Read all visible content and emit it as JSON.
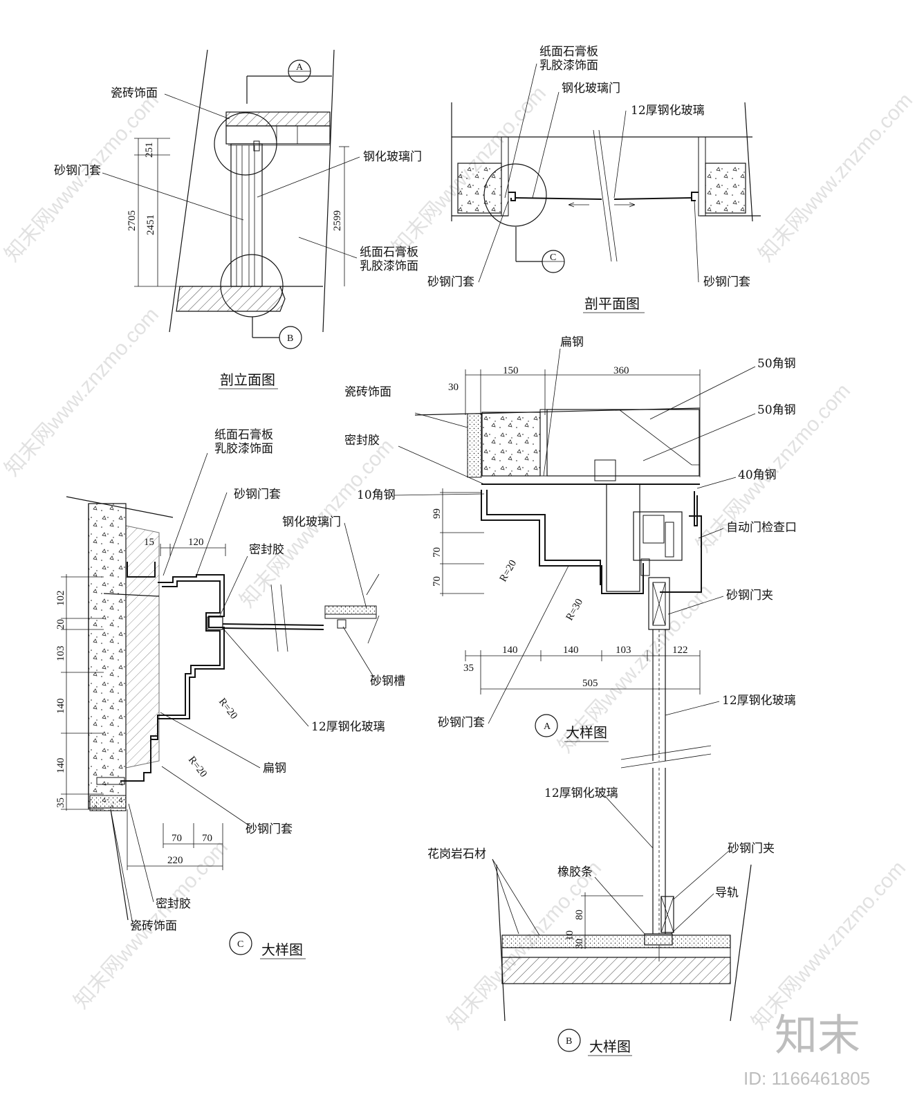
{
  "elevation": {
    "title": "剖立面图",
    "labels": {
      "tile": "瓷砖饰面",
      "frame": "砂钢门套",
      "glass_door": "钢化玻璃门",
      "gypsum_1": "纸面石膏板",
      "gypsum_2": "乳胶漆饰面"
    },
    "dims": [
      "251",
      "2705",
      "2451",
      "2599"
    ],
    "tags": [
      "A",
      "B"
    ]
  },
  "plan": {
    "title": "剖平面图",
    "labels": {
      "gypsum_1": "纸面石膏板",
      "gypsum_2": "乳胶漆饰面",
      "glass_door": "钢化玻璃门",
      "glass": "12厚钢化玻璃",
      "frame_left": "砂钢门套",
      "frame_right": "砂钢门套"
    },
    "tag": "C"
  },
  "detail_a": {
    "title": "大样图",
    "tag": "A",
    "labels": {
      "flat_steel": "扁钢",
      "tile": "瓷砖饰面",
      "angle50a": "50角钢",
      "angle50b": "50角钢",
      "sealant": "密封胶",
      "angle40": "40角钢",
      "angle10": "10角钢",
      "hatch": "自动门检查口",
      "clamp": "砂钢门夹",
      "glass": "12厚钢化玻璃",
      "frame": "砂钢门套"
    },
    "dims": {
      "top": [
        "30",
        "150",
        "360"
      ],
      "left": [
        "99",
        "70",
        "70"
      ],
      "radius1": "R=20",
      "radius2": "R=30",
      "bottom": [
        "140",
        "140",
        "103",
        "122"
      ],
      "bottom_left": "35",
      "total": "505"
    }
  },
  "detail_b": {
    "title": "大样图",
    "tag": "B",
    "labels": {
      "glass": "12厚钢化玻璃",
      "granite": "花岗岩石材",
      "rubber": "橡胶条",
      "clamp": "砂钢门夹",
      "rail": "导轨"
    },
    "dims": [
      "80",
      "10",
      "30"
    ]
  },
  "detail_c": {
    "title": "大样图",
    "tag": "C",
    "labels": {
      "gypsum_1": "纸面石膏板",
      "gypsum_2": "乳胶漆饰面",
      "frame_top": "砂钢门套",
      "sealant_top": "密封胶",
      "glass_door": "钢化玻璃门",
      "groove": "砂钢槽",
      "glass": "12厚钢化玻璃",
      "flat_steel": "扁钢",
      "frame_bottom": "砂钢门套",
      "sealant_bottom": "密封胶",
      "tile": "瓷砖饰面"
    },
    "dims": {
      "top": [
        "15",
        "120"
      ],
      "left": [
        "102",
        "20",
        "103",
        "140",
        "140",
        "35"
      ],
      "radius1": "R=20",
      "radius2": "R=20",
      "bottom": [
        "70",
        "70"
      ],
      "total": "220"
    }
  },
  "watermark": {
    "text": "知末网www.znzmo.com",
    "logo": "知末",
    "id": "ID: 1166461805"
  }
}
